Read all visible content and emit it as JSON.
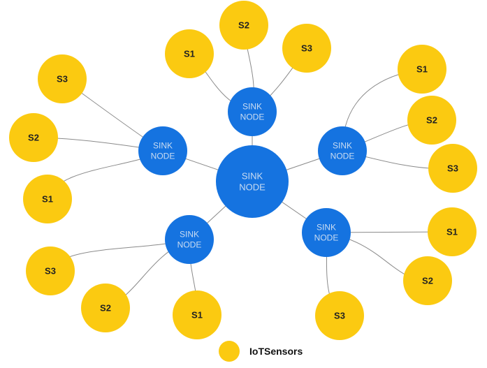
{
  "colors": {
    "sink": "#1573e0",
    "sink_text": "#c9dcf2",
    "sensor": "#fbca11",
    "sensor_text": "#222222",
    "edge": "#8a8a8a"
  },
  "central": {
    "id": "center",
    "label_lines": [
      "SINK",
      "NODE"
    ]
  },
  "sinks": [
    {
      "id": "top",
      "label_lines": [
        "SINK",
        "NODE"
      ],
      "sensors": [
        "S1",
        "S2",
        "S3"
      ]
    },
    {
      "id": "left",
      "label_lines": [
        "SINK",
        "NODE"
      ],
      "sensors": [
        "S3",
        "S2",
        "S1"
      ]
    },
    {
      "id": "right",
      "label_lines": [
        "SINK",
        "NODE"
      ],
      "sensors": [
        "S1",
        "S2",
        "S3"
      ]
    },
    {
      "id": "bottom-left",
      "label_lines": [
        "SINK",
        "NODE"
      ],
      "sensors": [
        "S3",
        "S2",
        "S1"
      ]
    },
    {
      "id": "bottom-right",
      "label_lines": [
        "SINK",
        "NODE"
      ],
      "sensors": [
        "S1",
        "S2",
        "S3"
      ]
    }
  ],
  "legend": {
    "label": "IoTSensors"
  }
}
